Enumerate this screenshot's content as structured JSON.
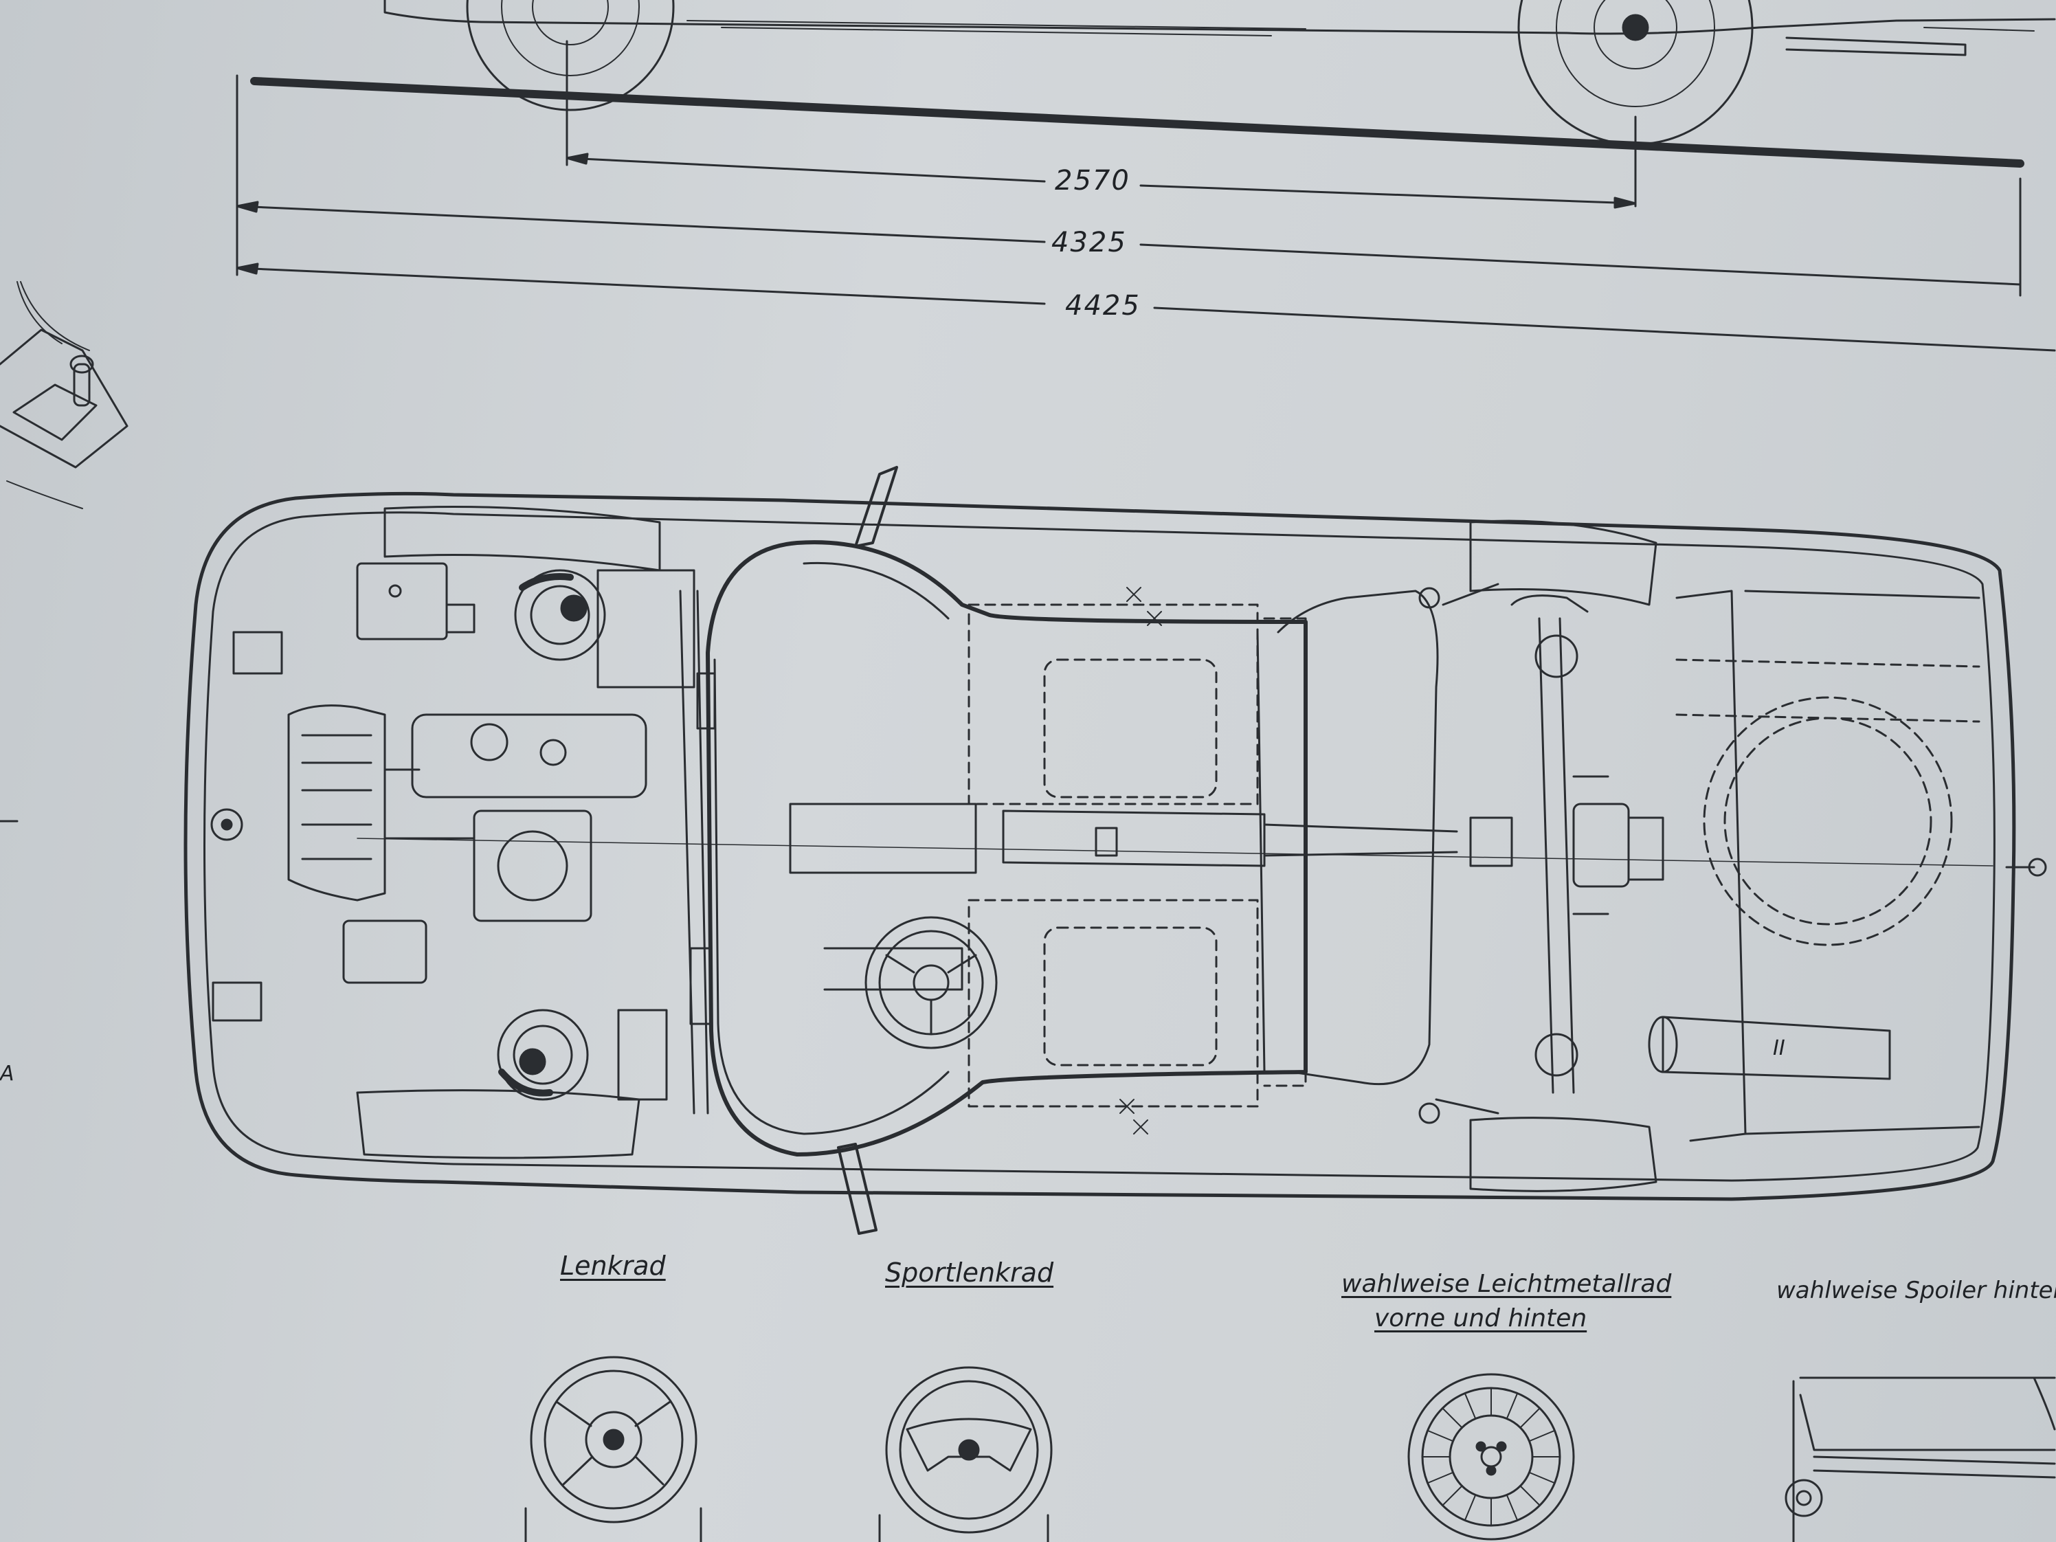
{
  "dimensions": {
    "wheelbase": "2570",
    "length_body": "4325",
    "length_overall": "4425"
  },
  "captions": {
    "steering_wheel": "Lenkrad",
    "sport_steering_wheel": "Sportlenkrad",
    "alloy_wheel_line1": "wahlweise  Leichtmetallrad",
    "alloy_wheel_line2": "vorne  und  hinten",
    "spoiler": "wahlweise  Spoiler  hinten"
  },
  "markers": {
    "left_edge": "A",
    "muffler": "II"
  }
}
